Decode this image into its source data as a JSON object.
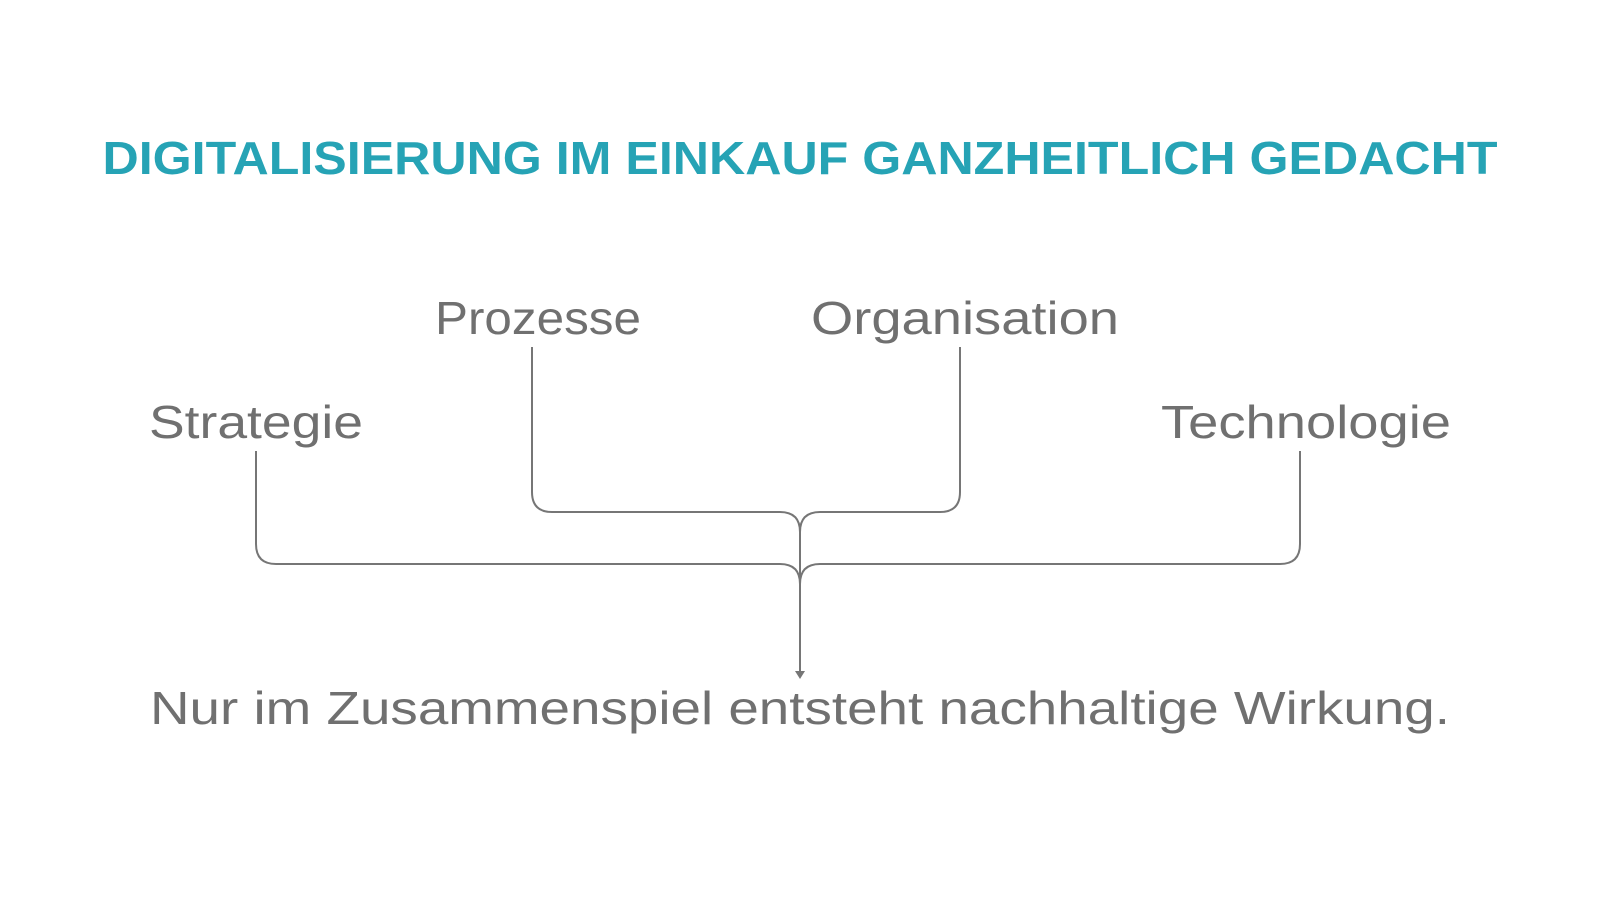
{
  "title": "DIGITALISIERUNG IM EINKAUF GANZHEITLICH GEDACHT",
  "pillars": {
    "strategie": "Strategie",
    "prozesse": "Prozesse",
    "organisation": "Organisation",
    "technologie": "Technologie"
  },
  "conclusion": "Nur im Zusammenspiel entsteht nachhaltige Wirkung.",
  "colors": {
    "accent": "#26a3b5",
    "text": "#707070",
    "line": "#767676"
  }
}
